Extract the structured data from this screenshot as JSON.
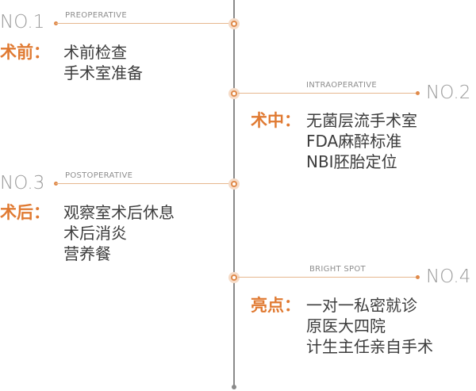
{
  "steps": [
    {
      "number": "NO.1",
      "english": "PREOPERATIVE",
      "heading": "术前：",
      "items": [
        "术前检查",
        "手术室准备"
      ]
    },
    {
      "number": "NO.2",
      "english": "INTRAOPERATIVE",
      "heading": "术中：",
      "items": [
        "无菌层流手术室",
        "FDA麻醉标准",
        "NBI胚胎定位"
      ]
    },
    {
      "number": "NO.3",
      "english": "POSTOPERATIVE",
      "heading": "术后：",
      "items": [
        "观察室术后休息",
        "术后消炎",
        "营养餐"
      ]
    },
    {
      "number": "NO.4",
      "english": "BRIGHT SPOT",
      "heading": "亮点：",
      "items": [
        "一对一私密就诊",
        "原医大四院",
        "计生主任亲自手术"
      ]
    }
  ],
  "colors": {
    "accent": "#e07a32",
    "node": "#e08a4a",
    "line": "#8a8a8a",
    "text": "#3c3c3c",
    "muted": "#9a9a9a"
  }
}
